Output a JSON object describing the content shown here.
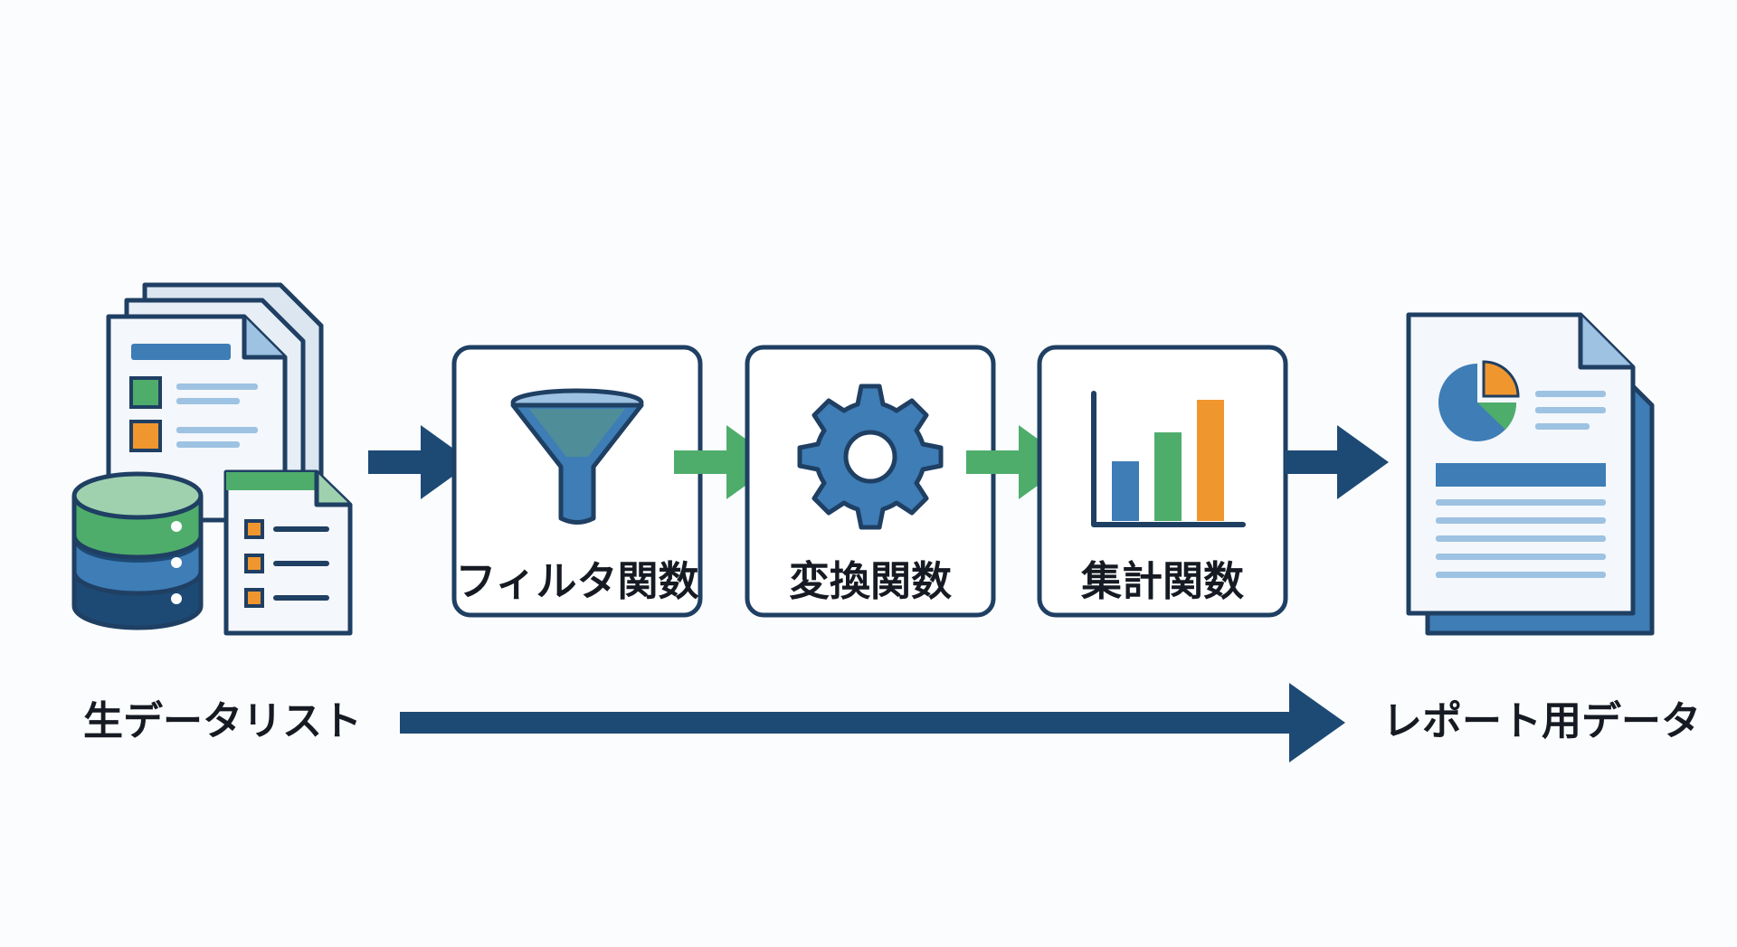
{
  "source": {
    "label": "生データリスト",
    "icon": "raw-data-database-and-documents-icon"
  },
  "steps": [
    {
      "label": "フィルタ関数",
      "icon": "funnel-icon"
    },
    {
      "label": "変換関数",
      "icon": "gear-icon"
    },
    {
      "label": "集計関数",
      "icon": "bar-chart-icon"
    }
  ],
  "output": {
    "label": "レポート用データ",
    "icon": "report-document-icon"
  },
  "colors": {
    "navy": "#1d4a75",
    "blue": "#3e7db6",
    "light_blue": "#9dc2e2",
    "green": "#4fad6b",
    "orange": "#f0962f",
    "box_border": "#1f3f63",
    "text": "#161a22"
  }
}
